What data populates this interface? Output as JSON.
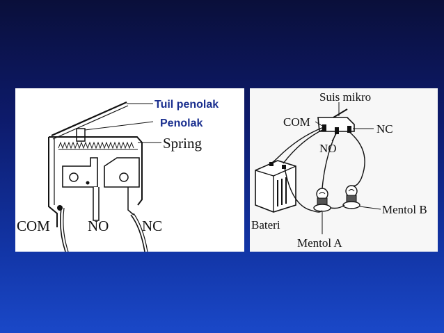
{
  "left_diagram": {
    "label_tuil_penolak": "Tuil penolak",
    "label_penolak": "Penolak",
    "label_spring": "Spring",
    "label_com": "COM",
    "label_no": "NO",
    "label_nc": "NC"
  },
  "right_diagram": {
    "label_suis_mikro": "Suis mikro",
    "label_com": "COM",
    "label_nc": "NC",
    "label_no": "NO",
    "label_bateri": "Bateri",
    "label_mentol_a": "Mentol A",
    "label_mentol_b": "Mentol B"
  },
  "colors": {
    "label_blue": "#1a2f8f",
    "ink": "#111111"
  }
}
